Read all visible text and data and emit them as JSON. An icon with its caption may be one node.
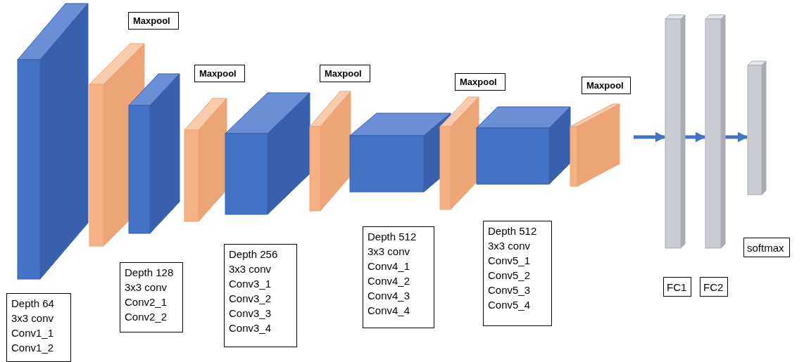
{
  "diagram": {
    "nodes": [
      {
        "text": [
          "Maxpool"
        ]
      },
      {
        "text": [
          "Maxpool"
        ]
      },
      {
        "text": [
          "Maxpool"
        ]
      },
      {
        "text": [
          "Maxpool"
        ]
      },
      {
        "text": [
          "Maxpool"
        ]
      },
      {
        "text": [
          "Depth 64",
          "3x3 conv",
          "Conv1_1",
          "Conv1_2"
        ]
      },
      {
        "text": [
          "Depth 128",
          "3x3 conv",
          "Conv2_1",
          "Conv2_2"
        ]
      },
      {
        "text": [
          "Depth 256",
          "3x3 conv",
          "Conv3_1",
          "Conv3_2",
          "Conv3_3",
          "Conv3_4"
        ]
      },
      {
        "text": [
          "Depth 512",
          "3x3 conv",
          "Conv4_1",
          "Conv4_2",
          "Conv4_3",
          "Conv4_4"
        ]
      },
      {
        "text": [
          "Depth 512",
          "3x3 conv",
          "Conv5_1",
          "Conv5_2",
          "Conv5_3",
          "Conv5_4"
        ]
      },
      {
        "text": [],
        "shape": "bar"
      },
      {
        "text": [],
        "shape": "bar"
      },
      {
        "text": [],
        "shape": "bar"
      },
      {
        "text": [
          "FC1"
        ]
      },
      {
        "text": [
          "FC2"
        ]
      },
      {
        "text": [
          "softmax"
        ]
      }
    ],
    "edges": [
      {
        "from": null,
        "to": 10,
        "arrow": "to"
      },
      {
        "from": 10,
        "to": 11,
        "arrow": "to"
      },
      {
        "from": 11,
        "to": 12,
        "arrow": "to"
      }
    ]
  }
}
